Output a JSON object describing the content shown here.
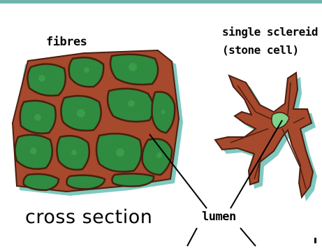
{
  "labels": {
    "fibres": "fibres",
    "sclereid_line1": "single sclereid",
    "sclereid_line2": "(stone cell)",
    "cross_section": "cross section",
    "lumen": "lumen"
  },
  "colors": {
    "top_rule": "#6fb5ae",
    "fibre_cell_green": "#2e8b3f",
    "cell_wall_brown": "#a6492c",
    "cell_wall_dark": "#4a1e10",
    "shadow_teal": "#7fc9c0",
    "lumen_light_green": "#7fd38a",
    "text": "#000000"
  }
}
